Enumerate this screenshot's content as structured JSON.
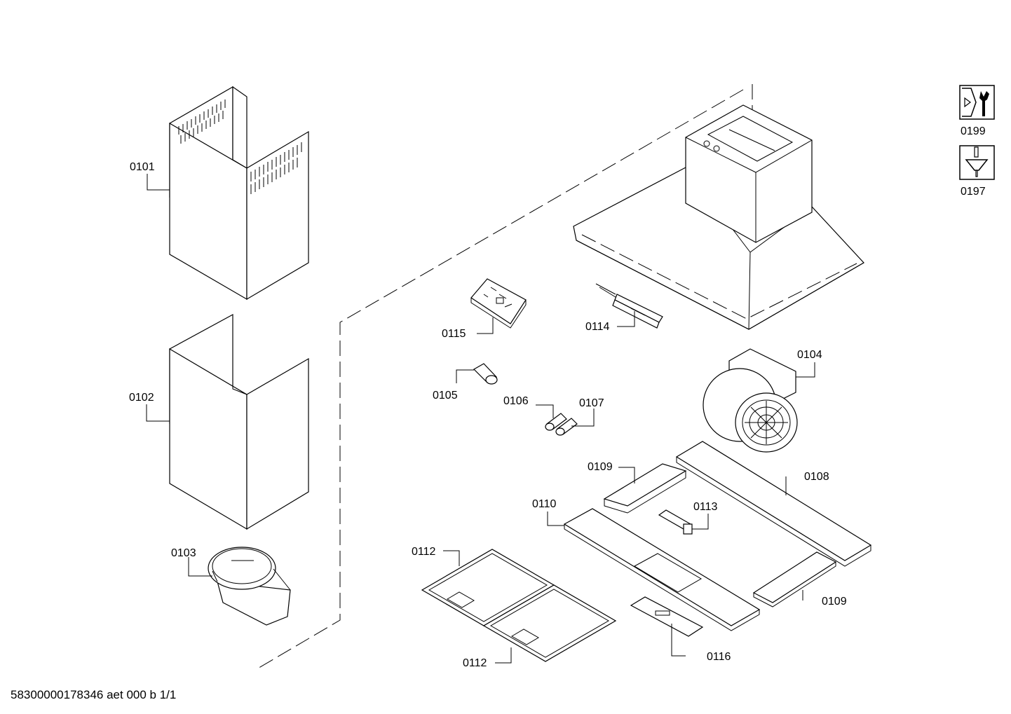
{
  "parts": [
    {
      "id": "p0101",
      "label": "0101"
    },
    {
      "id": "p0102",
      "label": "0102"
    },
    {
      "id": "p0103",
      "label": "0103"
    },
    {
      "id": "p0104",
      "label": "0104"
    },
    {
      "id": "p0105",
      "label": "0105"
    },
    {
      "id": "p0106",
      "label": "0106"
    },
    {
      "id": "p0107",
      "label": "0107"
    },
    {
      "id": "p0108",
      "label": "0108"
    },
    {
      "id": "p0109a",
      "label": "0109"
    },
    {
      "id": "p0109b",
      "label": "0109"
    },
    {
      "id": "p0110",
      "label": "0110"
    },
    {
      "id": "p0112a",
      "label": "0112"
    },
    {
      "id": "p0112b",
      "label": "0112"
    },
    {
      "id": "p0113",
      "label": "0113"
    },
    {
      "id": "p0114",
      "label": "0114"
    },
    {
      "id": "p0115",
      "label": "0115"
    },
    {
      "id": "p0116",
      "label": "0116"
    }
  ],
  "tools": [
    {
      "id": "t0199",
      "label": "0199",
      "icon": "wrench-tool-icon"
    },
    {
      "id": "t0197",
      "label": "0197",
      "icon": "screwdriver-tool-icon"
    }
  ],
  "footer": "58300000178346 aet 000 b 1/1"
}
